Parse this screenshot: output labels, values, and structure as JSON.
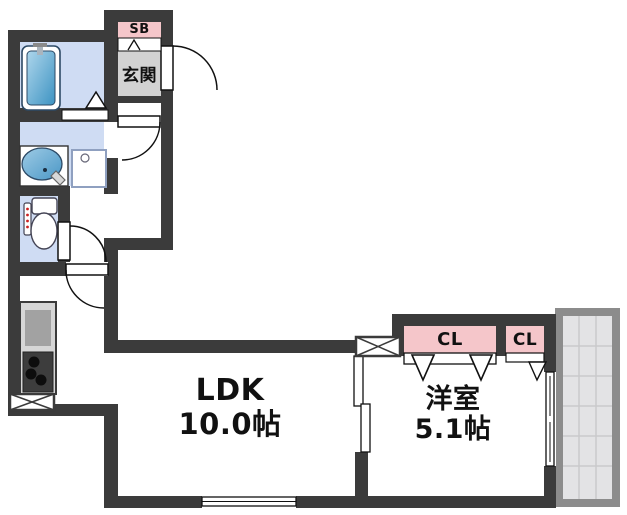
{
  "floorplan": {
    "entrance": {
      "label": "玄関"
    },
    "shoe_box": {
      "label": "SB"
    },
    "ldk": {
      "label": "LDK",
      "area": "10.0帖"
    },
    "western_room": {
      "label": "洋室",
      "area": "5.1帖"
    },
    "closet_large": {
      "label": "CL"
    },
    "closet_small": {
      "label": "CL"
    },
    "fixtures": [
      "bathtub",
      "shower",
      "washbasin",
      "washing-machine-pan",
      "toilet",
      "kitchen-stove",
      "pipe-shaft",
      "balcony"
    ],
    "colors": {
      "wall": "#3b3b3b",
      "wet_area_floor": "#cfdcf3",
      "entrance_floor": "#d2d2d2",
      "closet_pink": "#f5c6ca",
      "balcony_frame": "#8c8c8c",
      "balcony_floor": "#e3e3e5",
      "fixture_blue": "#4a97c6"
    }
  }
}
